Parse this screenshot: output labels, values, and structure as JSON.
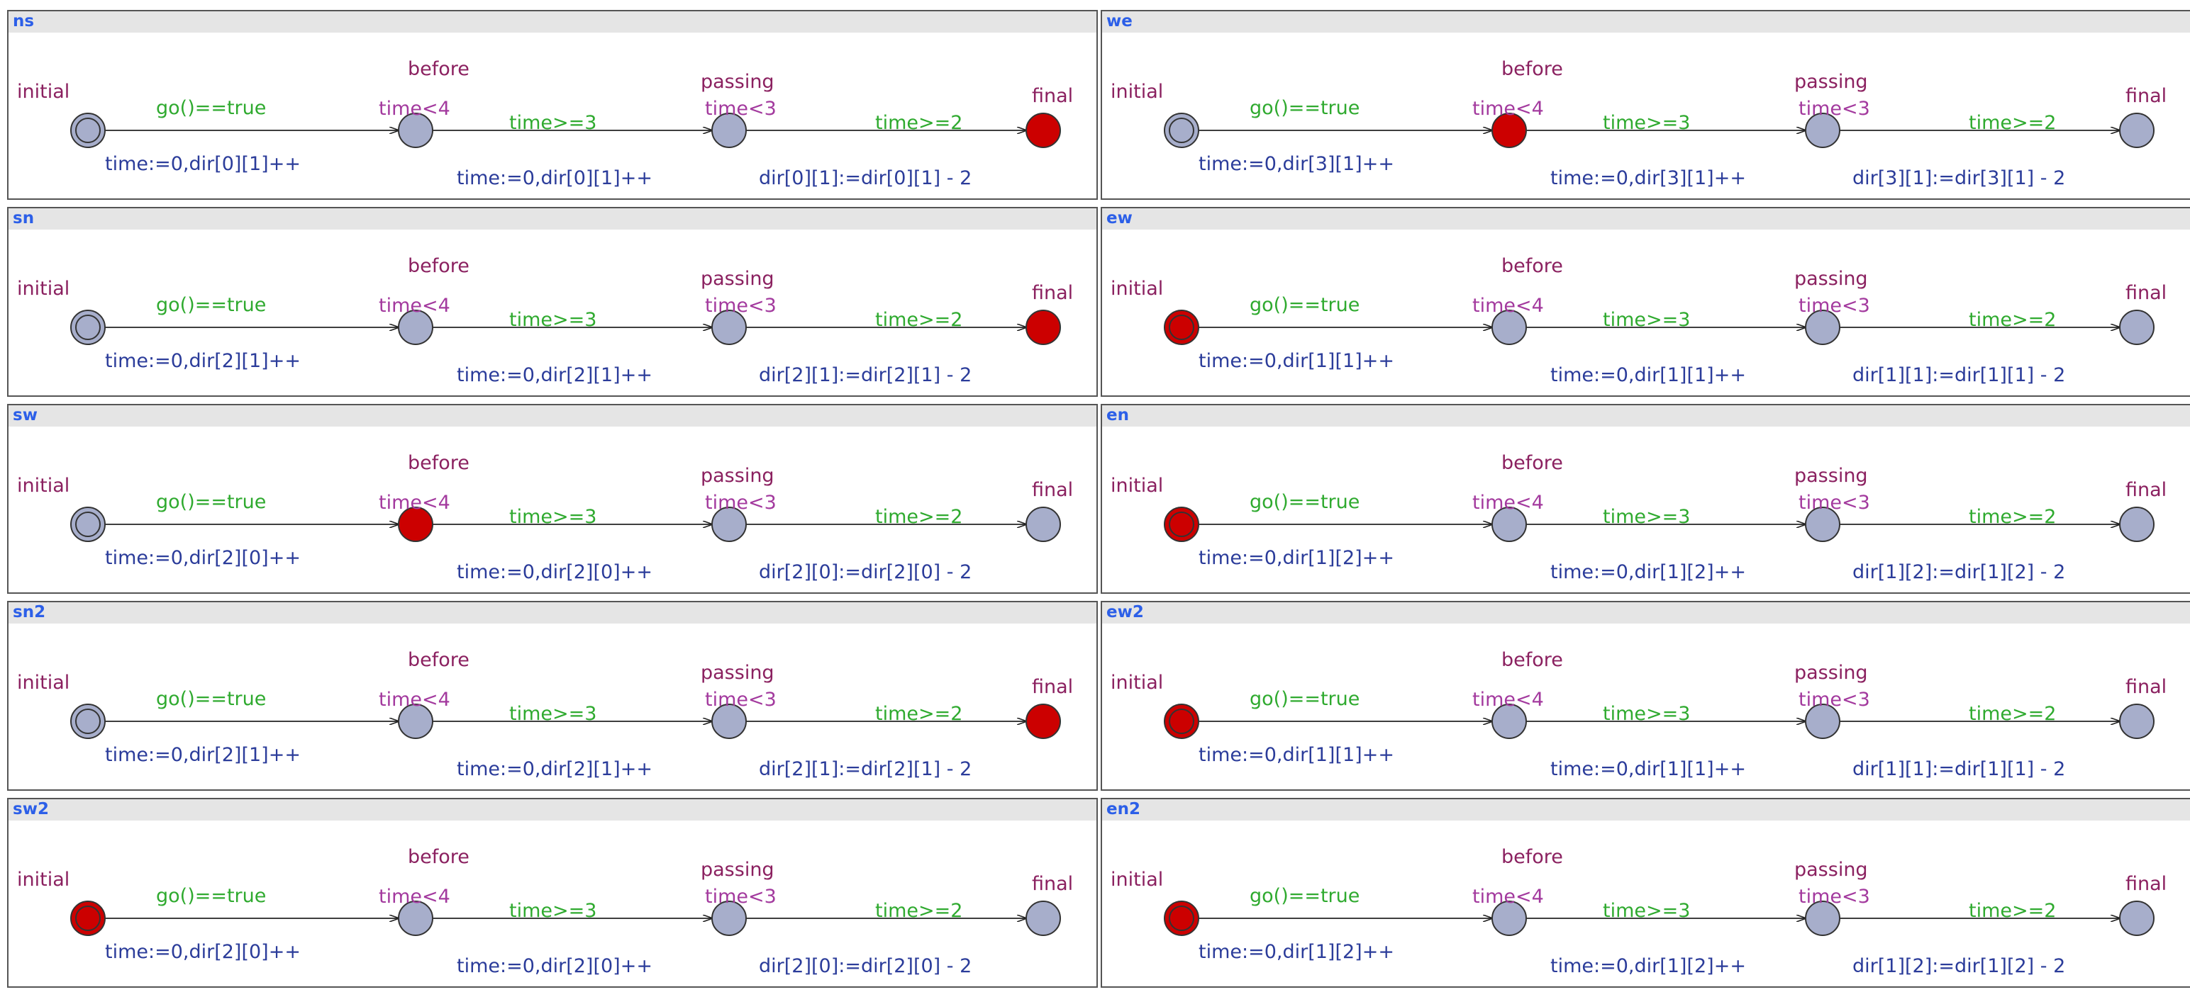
{
  "colors": {
    "location_name": "#8b2160",
    "invariant": "#a33a9e",
    "guard": "#2faa2f",
    "update": "#2b3c9a",
    "active_state": "#cc0000",
    "idle_state": "#a7aecb",
    "panel_title": "#2c5fe8"
  },
  "panels": [
    {
      "id": "ns",
      "title": "ns",
      "active": "final",
      "upd1": "time:=0,dir[0][1]++",
      "upd2": "time:=0,dir[0][1]++",
      "upd3": "dir[0][1]:=dir[0][1] - 2"
    },
    {
      "id": "we",
      "title": "we",
      "active": "before",
      "upd1": "time:=0,dir[3][1]++",
      "upd2": "time:=0,dir[3][1]++",
      "upd3": "dir[3][1]:=dir[3][1] - 2"
    },
    {
      "id": "sn",
      "title": "sn",
      "active": "final",
      "upd1": "time:=0,dir[2][1]++",
      "upd2": "time:=0,dir[2][1]++",
      "upd3": "dir[2][1]:=dir[2][1] - 2"
    },
    {
      "id": "ew",
      "title": "ew",
      "active": "initial",
      "upd1": "time:=0,dir[1][1]++",
      "upd2": "time:=0,dir[1][1]++",
      "upd3": "dir[1][1]:=dir[1][1] - 2"
    },
    {
      "id": "sw",
      "title": "sw",
      "active": "before",
      "upd1": "time:=0,dir[2][0]++",
      "upd2": "time:=0,dir[2][0]++",
      "upd3": "dir[2][0]:=dir[2][0] - 2"
    },
    {
      "id": "en",
      "title": "en",
      "active": "initial",
      "upd1": "time:=0,dir[1][2]++",
      "upd2": "time:=0,dir[1][2]++",
      "upd3": "dir[1][2]:=dir[1][2] - 2"
    },
    {
      "id": "sn2",
      "title": "sn2",
      "active": "final",
      "upd1": "time:=0,dir[2][1]++",
      "upd2": "time:=0,dir[2][1]++",
      "upd3": "dir[2][1]:=dir[2][1] - 2"
    },
    {
      "id": "ew2",
      "title": "ew2",
      "active": "initial",
      "upd1": "time:=0,dir[1][1]++",
      "upd2": "time:=0,dir[1][1]++",
      "upd3": "dir[1][1]:=dir[1][1] - 2"
    },
    {
      "id": "sw2",
      "title": "sw2",
      "active": "initial",
      "upd1": "time:=0,dir[2][0]++",
      "upd2": "time:=0,dir[2][0]++",
      "upd3": "dir[2][0]:=dir[2][0] - 2"
    },
    {
      "id": "en2",
      "title": "en2",
      "active": "initial",
      "upd1": "time:=0,dir[1][2]++",
      "upd2": "time:=0,dir[1][2]++",
      "upd3": "dir[1][2]:=dir[1][2] - 2"
    }
  ],
  "template": {
    "loc_initial": "initial",
    "loc_before": "before",
    "loc_passing": "passing",
    "loc_final": "final",
    "inv_before": "time<4",
    "inv_passing": "time<3",
    "guard1": "go()==true",
    "guard2": "time>=3",
    "guard3": "time>=2"
  }
}
